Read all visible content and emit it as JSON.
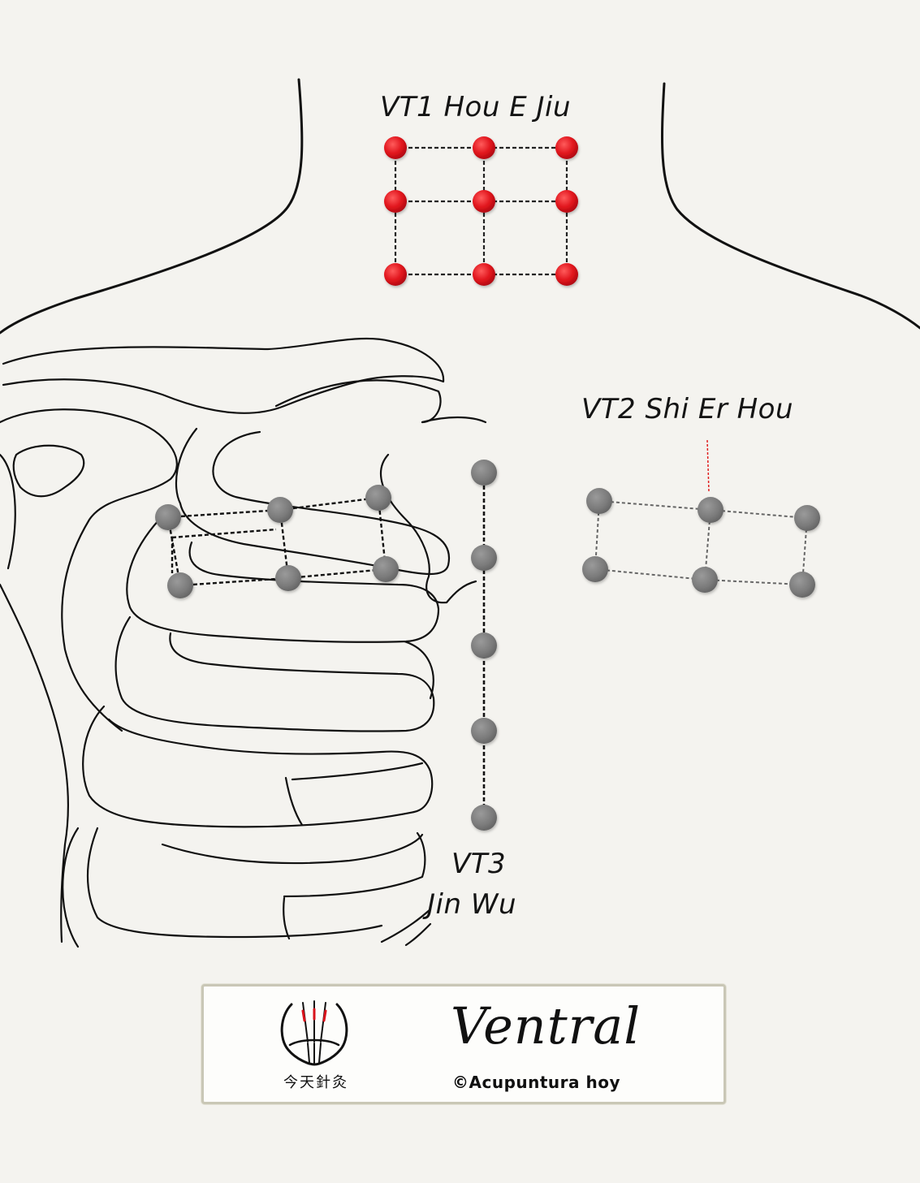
{
  "labels": {
    "vt1": "VT1 Hou E Jiu",
    "vt2": "VT2 Shi Er Hou",
    "vt3_line1": "VT3",
    "vt3_line2": "Jin Wu"
  },
  "footer": {
    "title": "Ventral",
    "copyright": "©Acupuntura hoy",
    "logo_chars": "今天針灸"
  },
  "colors": {
    "background": "#f4f3ef",
    "outline": "#111111",
    "vt1_points": "#d9121b",
    "other_points": "#7c7c7c",
    "footer_border": "#c9c7b6"
  },
  "icons": [
    "acupuncture-logo-icon"
  ]
}
